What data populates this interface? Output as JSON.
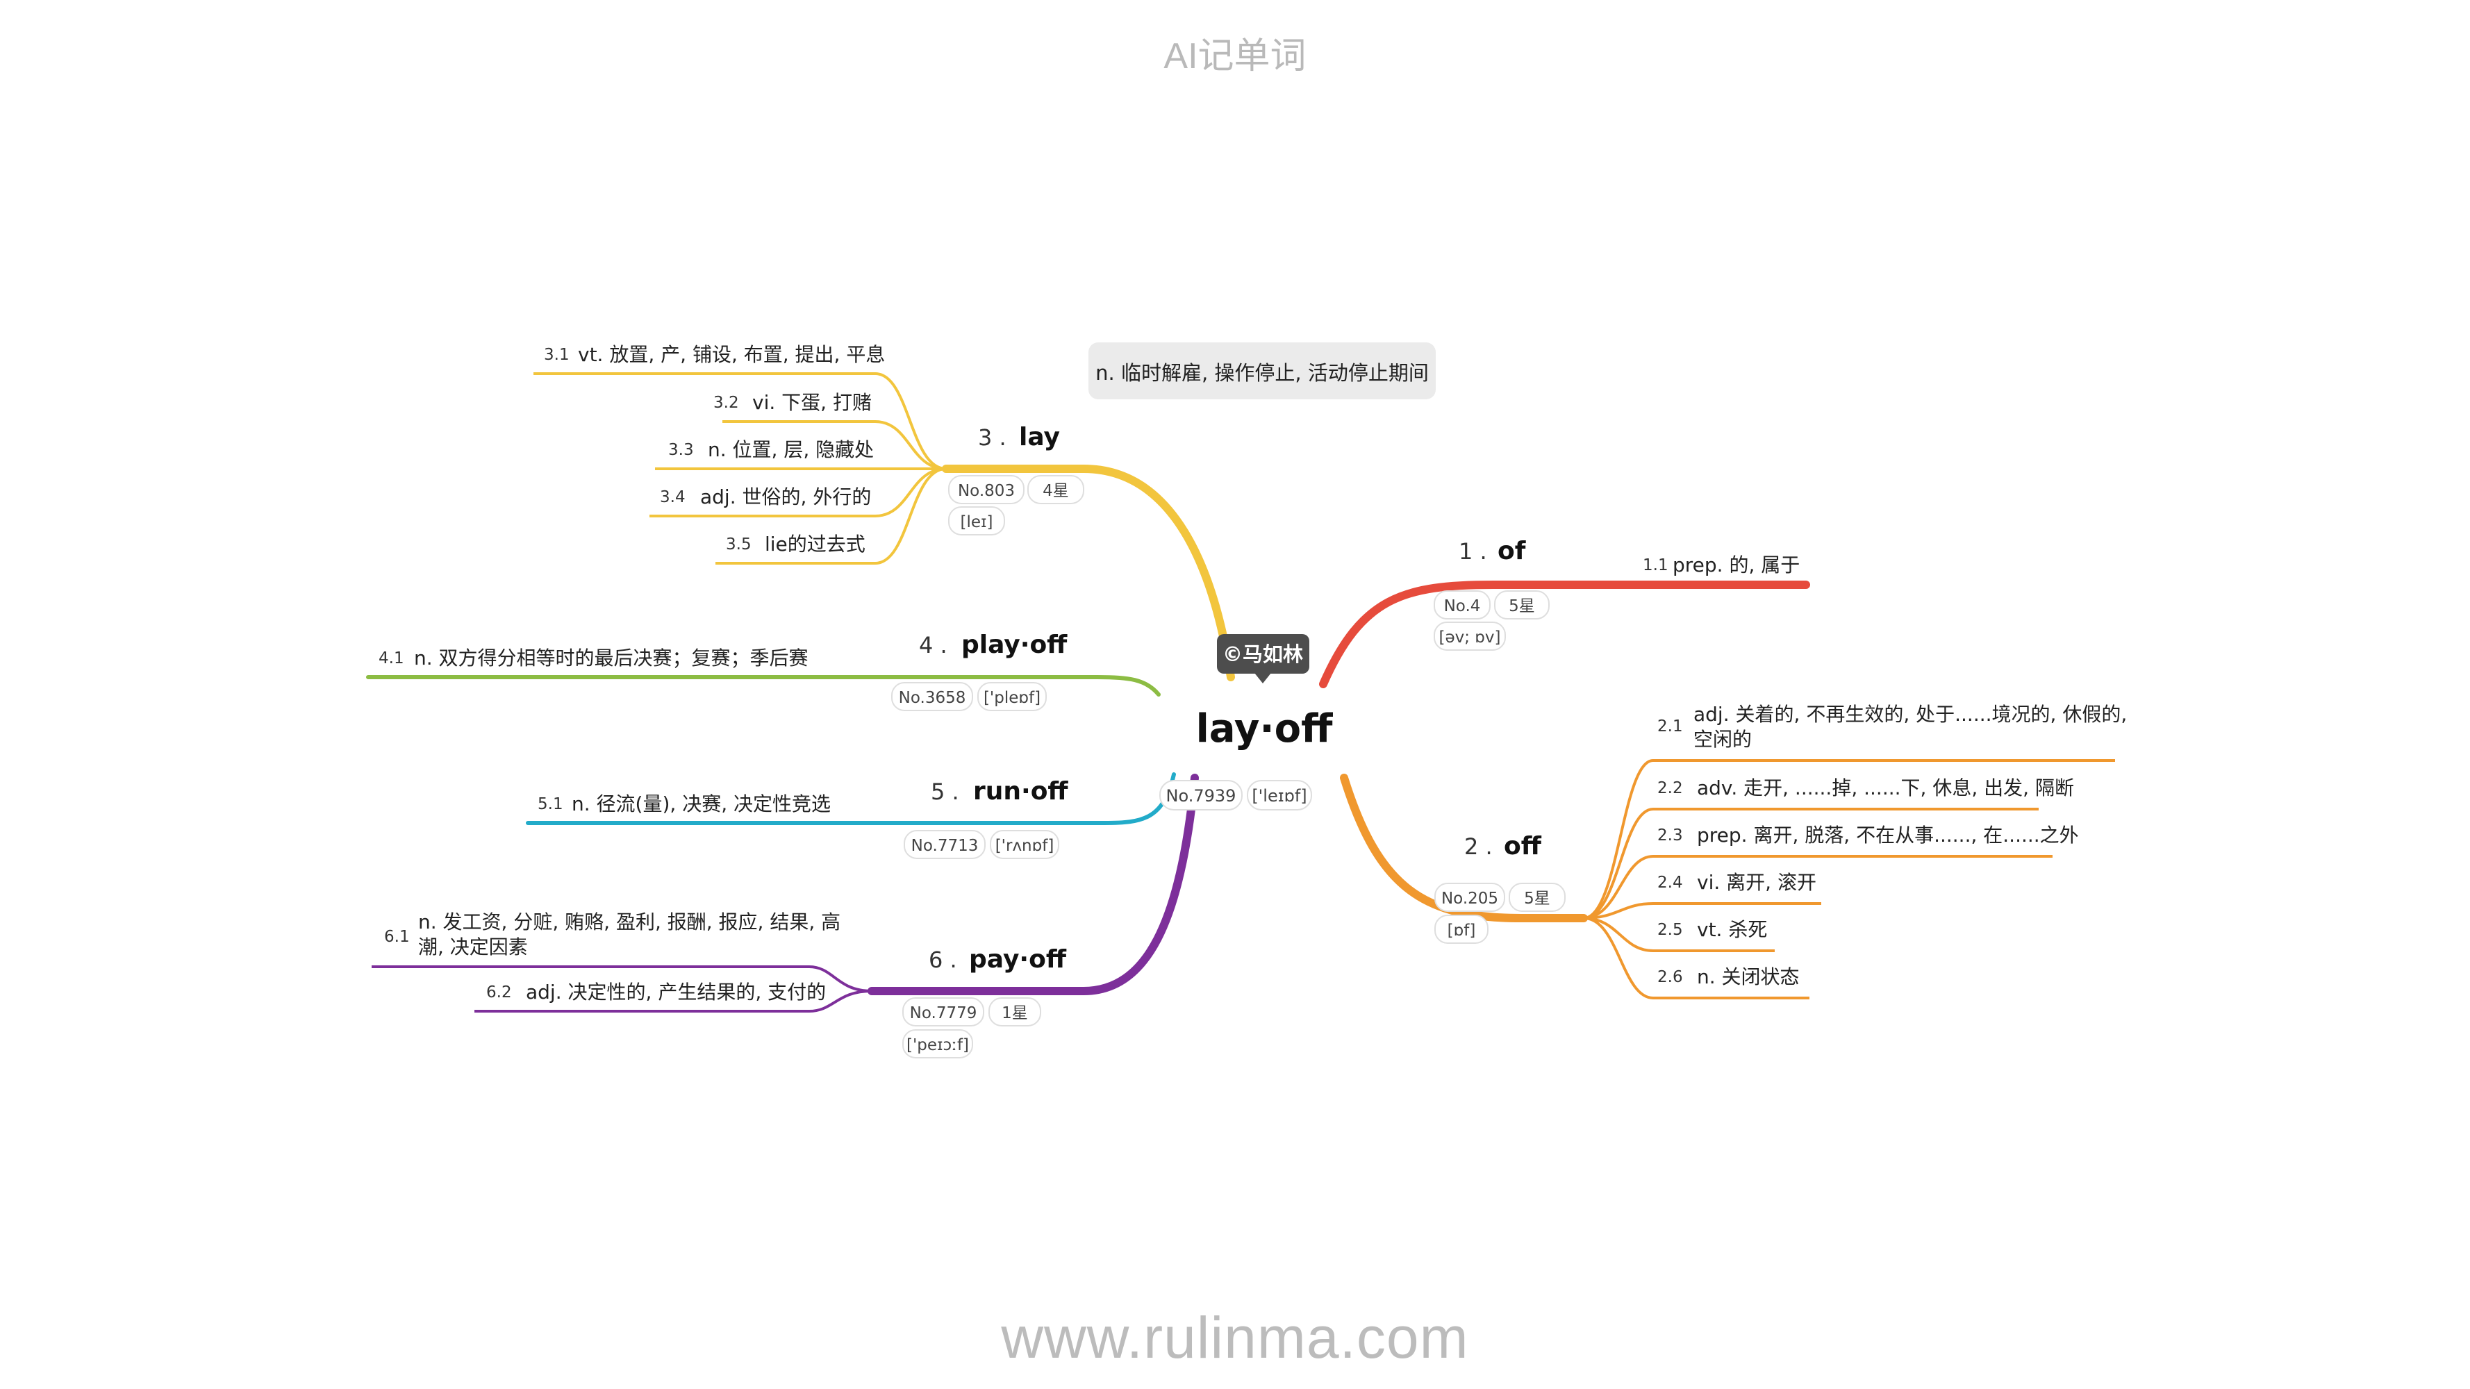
{
  "header": {
    "app_title": "AI记单词"
  },
  "footer": {
    "site_url": "www.rulinma.com"
  },
  "central": {
    "word": "lay·off",
    "rank": "No.7939",
    "phonetic": "['leɪɒf]",
    "definition": "n. 临时解雇, 操作停止, 活动停止期间",
    "copyright": "©马如林"
  },
  "colors": {
    "of": "#e64b3c",
    "off": "#f0982e",
    "lay": "#f2c53d",
    "playoff": "#8cbc43",
    "runoff": "#22abc9",
    "payoff": "#7d2f9a"
  },
  "branches": [
    {
      "key": "of",
      "num": "1 .",
      "word": "of",
      "rank": "No.4",
      "stars": "5星",
      "phonetic": "[əv; ɒv]",
      "meanings": [
        {
          "num": "1.1",
          "text": "prep. 的, 属于"
        }
      ]
    },
    {
      "key": "off",
      "num": "2 .",
      "word": "off",
      "rank": "No.205",
      "stars": "5星",
      "phonetic": "[ɒf]",
      "meanings": [
        {
          "num": "2.1",
          "text": "adj. 关着的, 不再生效的, 处于......境况的, 休假的,",
          "text2": "空闲的"
        },
        {
          "num": "2.2",
          "text": "adv. 走开, ......掉, ......下, 休息, 出发, 隔断"
        },
        {
          "num": "2.3",
          "text": "prep. 离开, 脱落, 不在从事......, 在......之外"
        },
        {
          "num": "2.4",
          "text": "vi. 离开, 滚开"
        },
        {
          "num": "2.5",
          "text": "vt. 杀死"
        },
        {
          "num": "2.6",
          "text": "n. 关闭状态"
        }
      ]
    },
    {
      "key": "lay",
      "num": "3 .",
      "word": "lay",
      "rank": "No.803",
      "stars": "4星",
      "phonetic": "[leɪ]",
      "meanings": [
        {
          "num": "3.1",
          "text": "vt. 放置, 产, 铺设, 布置, 提出, 平息"
        },
        {
          "num": "3.2",
          "text": "vi. 下蛋, 打赌"
        },
        {
          "num": "3.3",
          "text": "n. 位置, 层, 隐藏处"
        },
        {
          "num": "3.4",
          "text": "adj. 世俗的, 外行的"
        },
        {
          "num": "3.5",
          "text": "lie的过去式"
        }
      ]
    },
    {
      "key": "playoff",
      "num": "4 .",
      "word": "play·off",
      "rank": "No.3658",
      "phonetic": "['pleɒf]",
      "meanings": [
        {
          "num": "4.1",
          "text": "n. 双方得分相等时的最后决赛；复赛；季后赛"
        }
      ]
    },
    {
      "key": "runoff",
      "num": "5 .",
      "word": "run·off",
      "rank": "No.7713",
      "phonetic": "['rʌnɒf]",
      "meanings": [
        {
          "num": "5.1",
          "text": "n. 径流(量), 决赛, 决定性竞选"
        }
      ]
    },
    {
      "key": "payoff",
      "num": "6 .",
      "word": "pay·off",
      "rank": "No.7779",
      "stars": "1星",
      "phonetic": "['peɪɔːf]",
      "meanings": [
        {
          "num": "6.1",
          "text": "n. 发工资, 分赃, 贿赂, 盈利, 报酬, 报应, 结果, 高",
          "text2": "潮, 决定因素"
        },
        {
          "num": "6.2",
          "text": "adj. 决定性的, 产生结果的, 支付的"
        }
      ]
    }
  ]
}
